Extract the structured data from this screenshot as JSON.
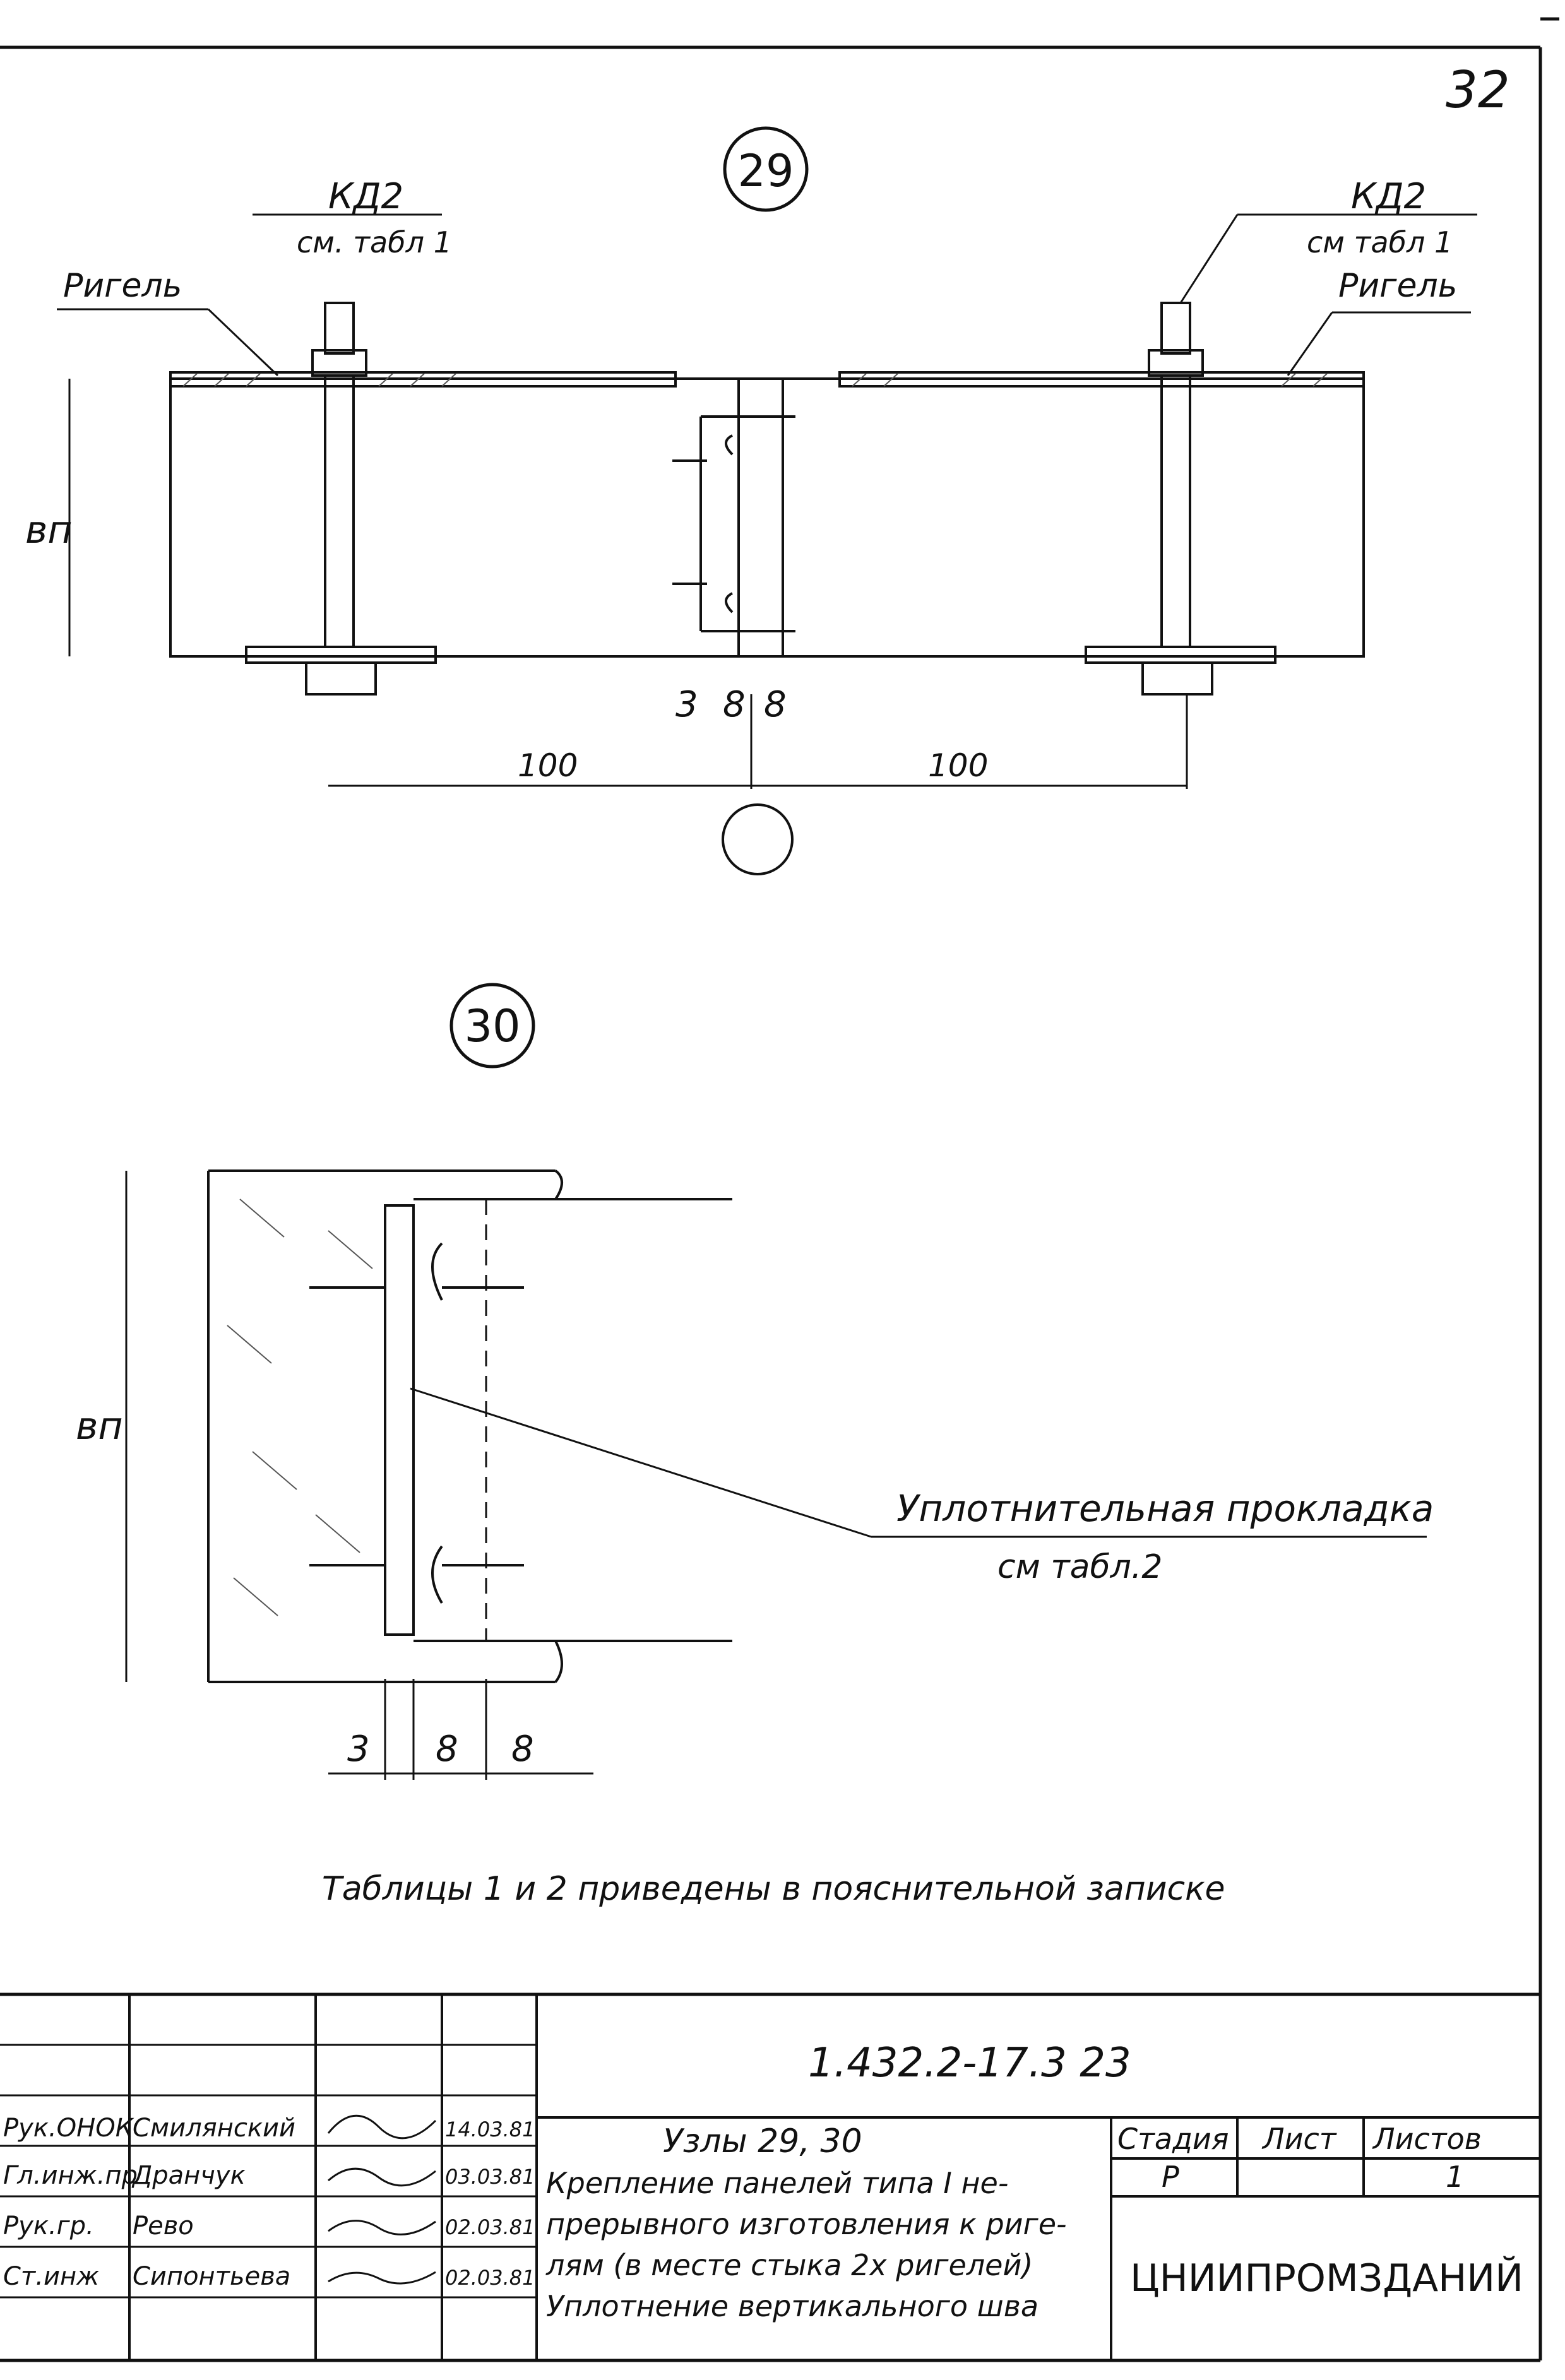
{
  "sheet_number": "32",
  "node29": {
    "id": "29",
    "label_left": "КД2",
    "label_left_sub": "см. табл 1",
    "label_right": "КД2",
    "label_right_sub": "см табл 1",
    "rigel_left": "Ригель",
    "rigel_right": "Ригель",
    "panel_width": "вп",
    "dim_3": "3",
    "dim_8a": "8",
    "dim_8b": "8",
    "dim_100_left": "100",
    "dim_100_right": "100"
  },
  "node30": {
    "id": "30",
    "panel_width": "вп",
    "seal_label": "Уплотнительная прокладка",
    "seal_sub": "см табл.2",
    "dim_3": "3",
    "dim_8a": "8",
    "dim_8b": "8"
  },
  "note": "Таблицы 1 и 2 приведены в пояснительной записке",
  "title_block": {
    "code": "1.432.2-17.3  23",
    "roles": [
      "Рук.ОНОК",
      "Гл.инж.пр",
      "Рук.гр.",
      "Ст.инж"
    ],
    "names": [
      "Смилянский",
      "Дранчук",
      "Рево",
      "Сипонтьева"
    ],
    "dates": [
      "14.03.81",
      "03.03.81",
      "02.03.81",
      "02.03.81"
    ],
    "title_1": "Узлы 29, 30",
    "title_2": "Крепление панелей типа I не-",
    "title_3": "прерывного изготовления к риге-",
    "title_4": "лям (в месте стыка 2х ригелей)",
    "title_5": "Уплотнение вертикального шва",
    "stage_header": "Стадия",
    "sheet_header": "Лист",
    "sheets_header": "Листов",
    "stage": "Р",
    "sheet": "",
    "sheets": "1",
    "org": "ЦНИИПРОМЗДАНИЙ"
  }
}
